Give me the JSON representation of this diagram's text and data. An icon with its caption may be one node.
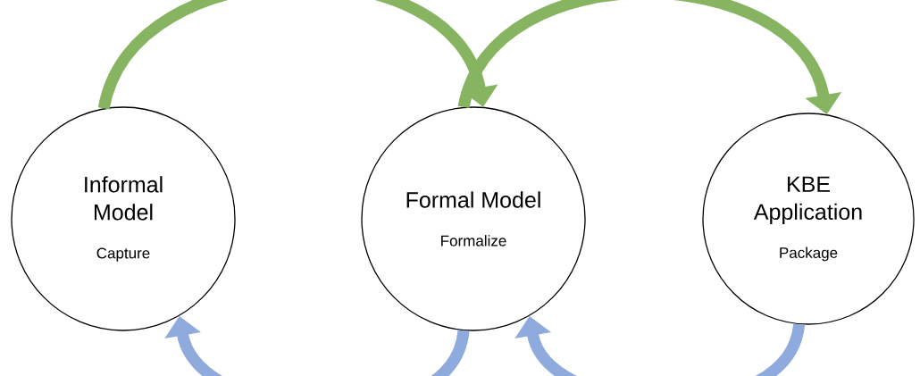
{
  "diagram": {
    "nodes": [
      {
        "text": [
          "Informal Model",
          "Capture"
        ]
      },
      {
        "text": [
          "Formal Model",
          "Formalize"
        ]
      },
      {
        "text": [
          "KBE Application",
          "Package"
        ]
      }
    ],
    "edges": [
      {
        "from": 0,
        "to": 1,
        "arrow": "to"
      },
      {
        "from": 1,
        "to": 2,
        "arrow": "to"
      },
      {
        "from": 1,
        "to": 0,
        "arrow": "to",
        "color": "#8faadc"
      },
      {
        "from": 2,
        "to": 1,
        "arrow": "to",
        "color": "#8faadc"
      }
    ]
  }
}
